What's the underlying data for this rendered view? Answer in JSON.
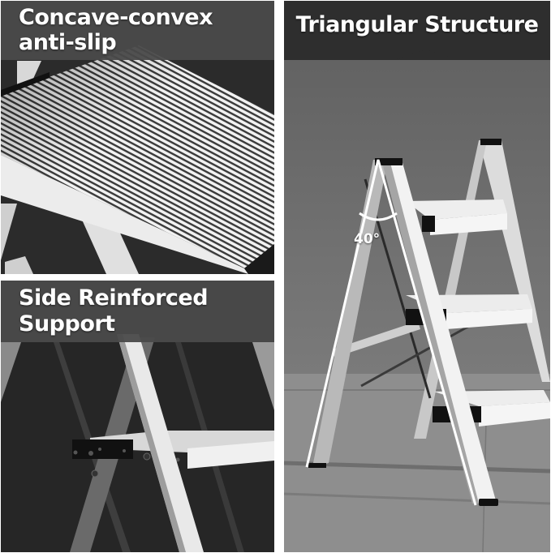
{
  "panels": {
    "top_left": {
      "title_line1": "Concave-convex",
      "title_line2": "anti-slip",
      "image": "close-up of ladder step with ribbed anti-slip aluminium surface"
    },
    "bottom_left": {
      "title_line1": "Side Reinforced",
      "title_line2": "Support",
      "image": "close-up of ladder side brace with black hinge bracket and rivets"
    },
    "right": {
      "title": "Triangular Structure",
      "angle_label": "40°",
      "image": "three-step aluminium folding step ladder on concrete floor"
    }
  },
  "colors": {
    "banner_gray": "#4a4a4a",
    "banner_dark": "#2e2e2e",
    "text": "#ffffff",
    "aluminium": "#e6e6e6",
    "concrete": "#6b6b6b"
  }
}
